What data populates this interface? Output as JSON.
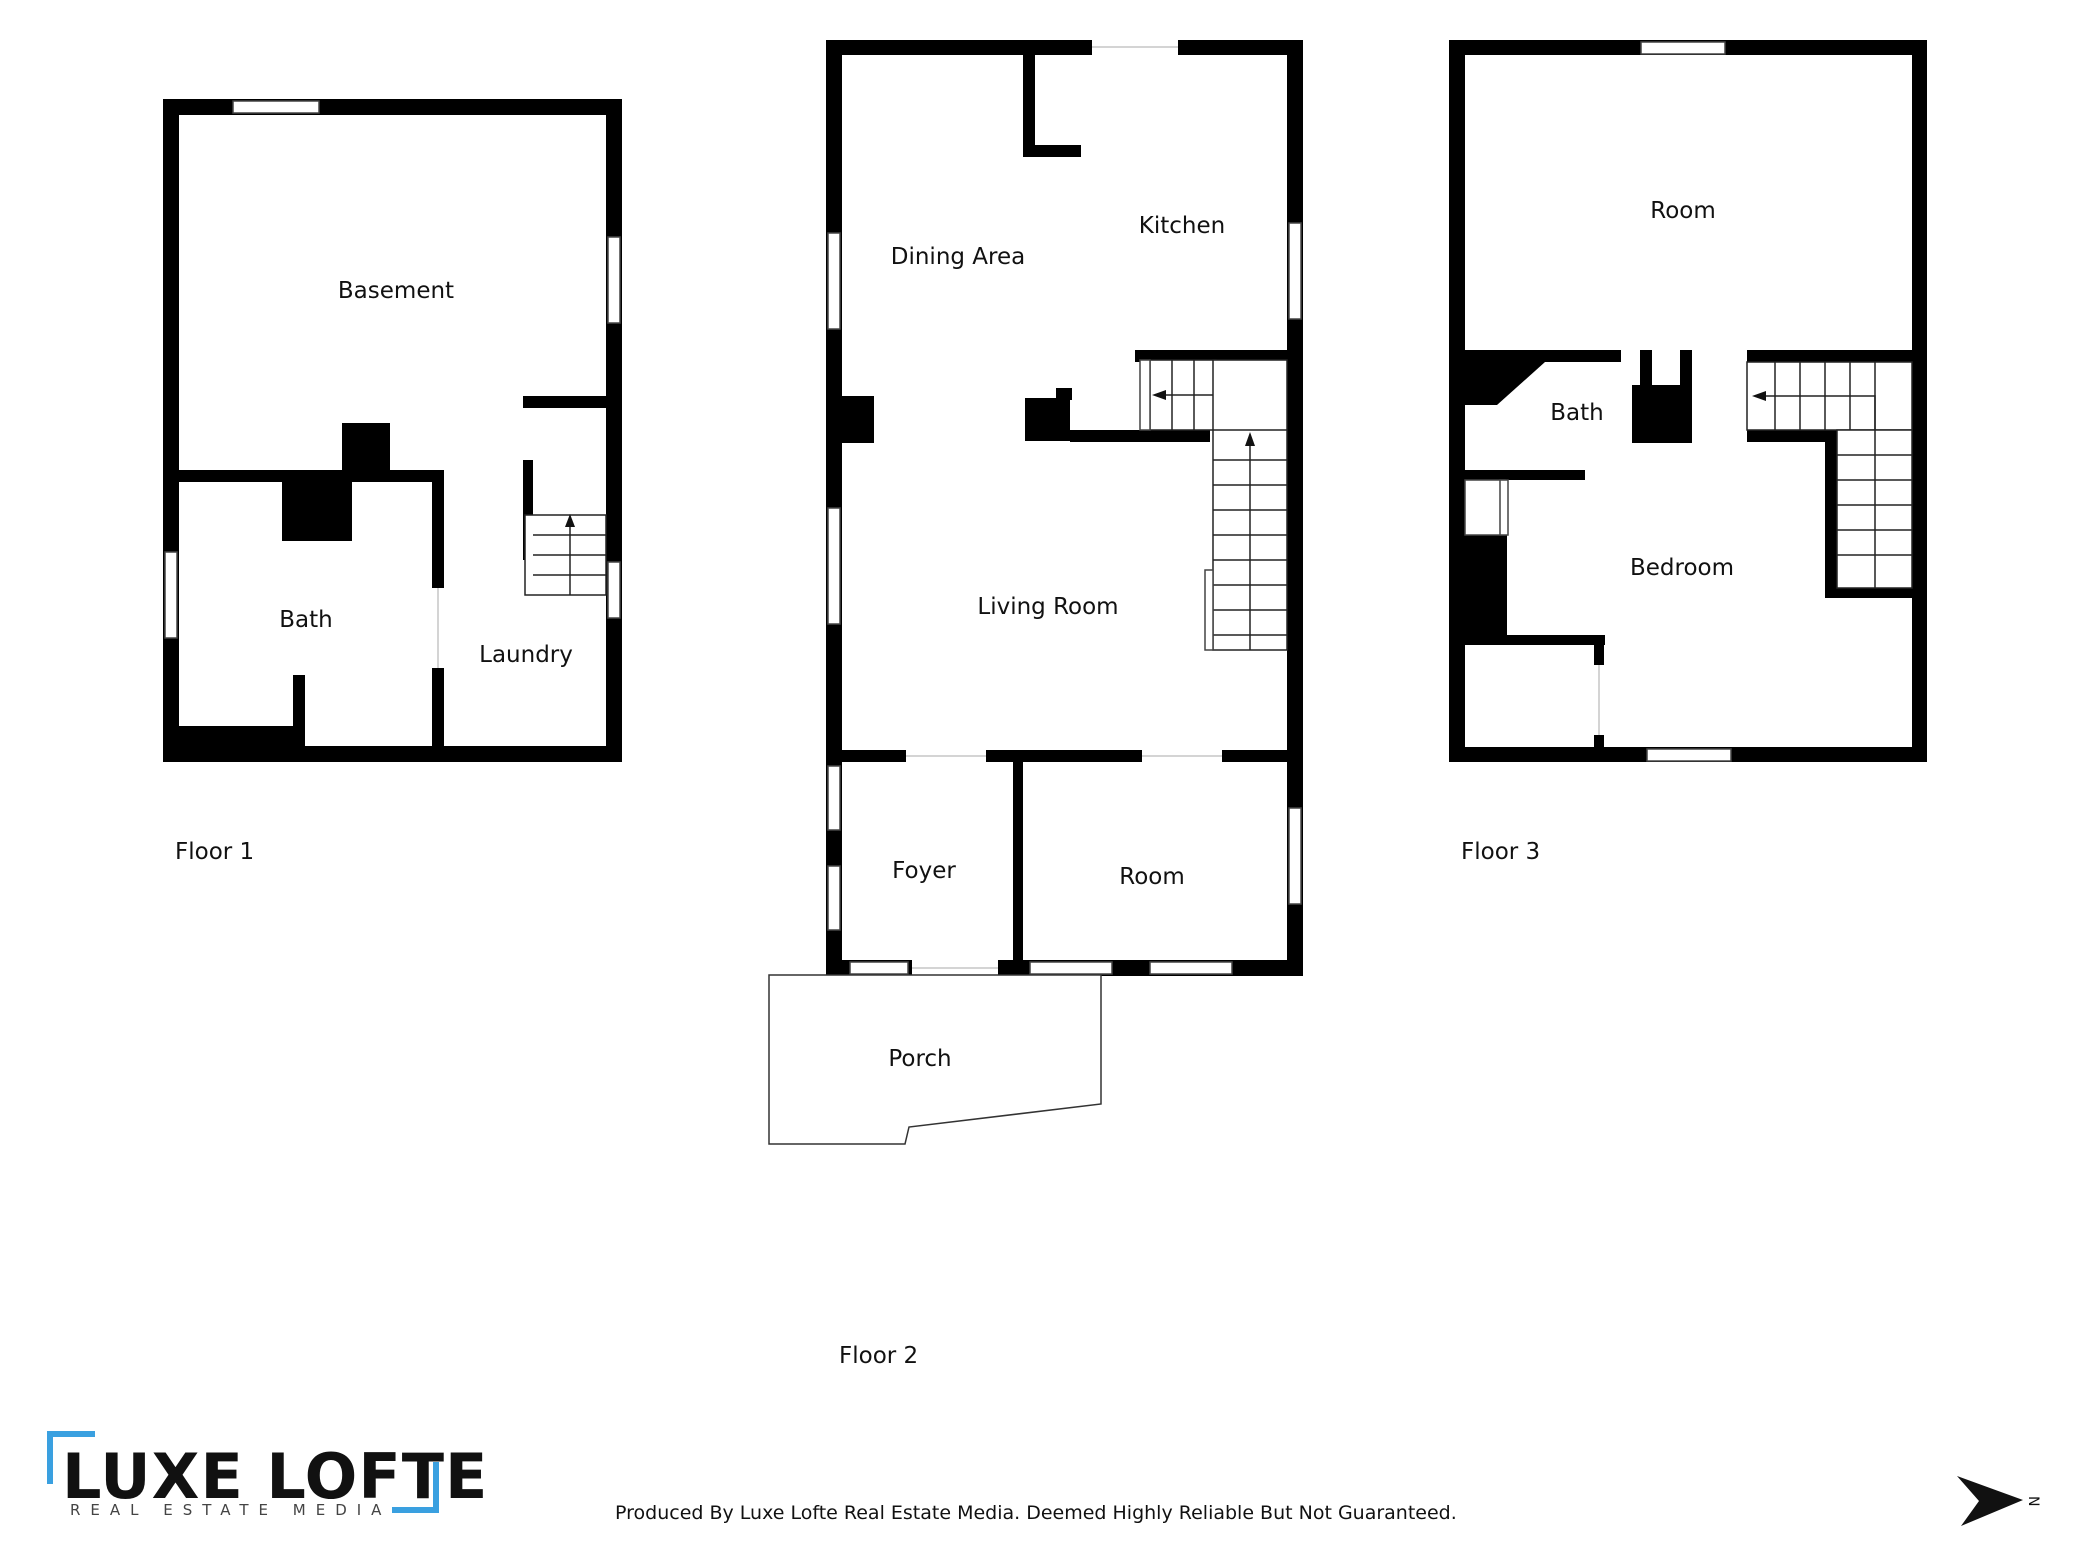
{
  "floors": [
    {
      "label": "Floor 1",
      "rooms": [
        "Basement",
        "Bath",
        "Laundry"
      ]
    },
    {
      "label": "Floor 2",
      "rooms": [
        "Dining Area",
        "Kitchen",
        "Living Room",
        "Foyer",
        "Room",
        "Porch"
      ]
    },
    {
      "label": "Floor 3",
      "rooms": [
        "Room",
        "Bath",
        "Bedroom"
      ]
    }
  ],
  "brand": {
    "name": "LUXE LOFTE",
    "tagline": "REAL ESTATE MEDIA",
    "accent_color": "#3aa0e0"
  },
  "disclaimer": "Produced By Luxe Lofte Real Estate Media. Deemed Highly Reliable But Not Guaranteed.",
  "compass": {
    "direction": "N",
    "icon": "north-arrow-icon"
  }
}
